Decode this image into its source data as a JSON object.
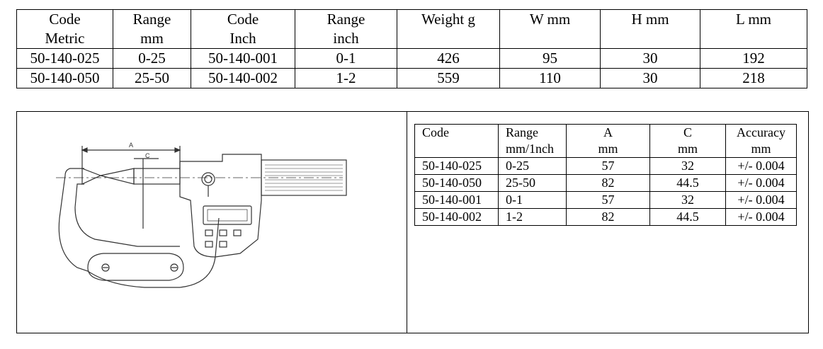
{
  "main_table": {
    "header_row1": [
      "Code",
      "Range",
      "Code",
      "Range",
      "Weight g",
      "W mm",
      "H mm",
      "L mm"
    ],
    "header_row2": [
      "Metric",
      "mm",
      "Inch",
      "inch",
      "",
      "",
      "",
      ""
    ],
    "rows": [
      [
        "50-140-025",
        "0-25",
        "50-140-001",
        "0-1",
        "426",
        "95",
        "30",
        "192"
      ],
      [
        "50-140-050",
        "25-50",
        "50-140-002",
        "1-2",
        "559",
        "110",
        "30",
        "218"
      ]
    ]
  },
  "drawing": {
    "label_a": "A",
    "label_c": "C"
  },
  "spec_table": {
    "header": [
      [
        "Code",
        ""
      ],
      [
        "Range",
        "mm/1nch"
      ],
      [
        "A",
        "mm"
      ],
      [
        "C",
        "mm"
      ],
      [
        "Accuracy",
        "mm"
      ]
    ],
    "rows": [
      [
        "50-140-025",
        "0-25",
        "57",
        "32",
        "+/- 0.004"
      ],
      [
        "50-140-050",
        "25-50",
        "82",
        "44.5",
        "+/- 0.004"
      ],
      [
        "50-140-001",
        "0-1",
        "57",
        "32",
        "+/- 0.004"
      ],
      [
        "50-140-002",
        "1-2",
        "82",
        "44.5",
        "+/- 0.004"
      ]
    ]
  }
}
